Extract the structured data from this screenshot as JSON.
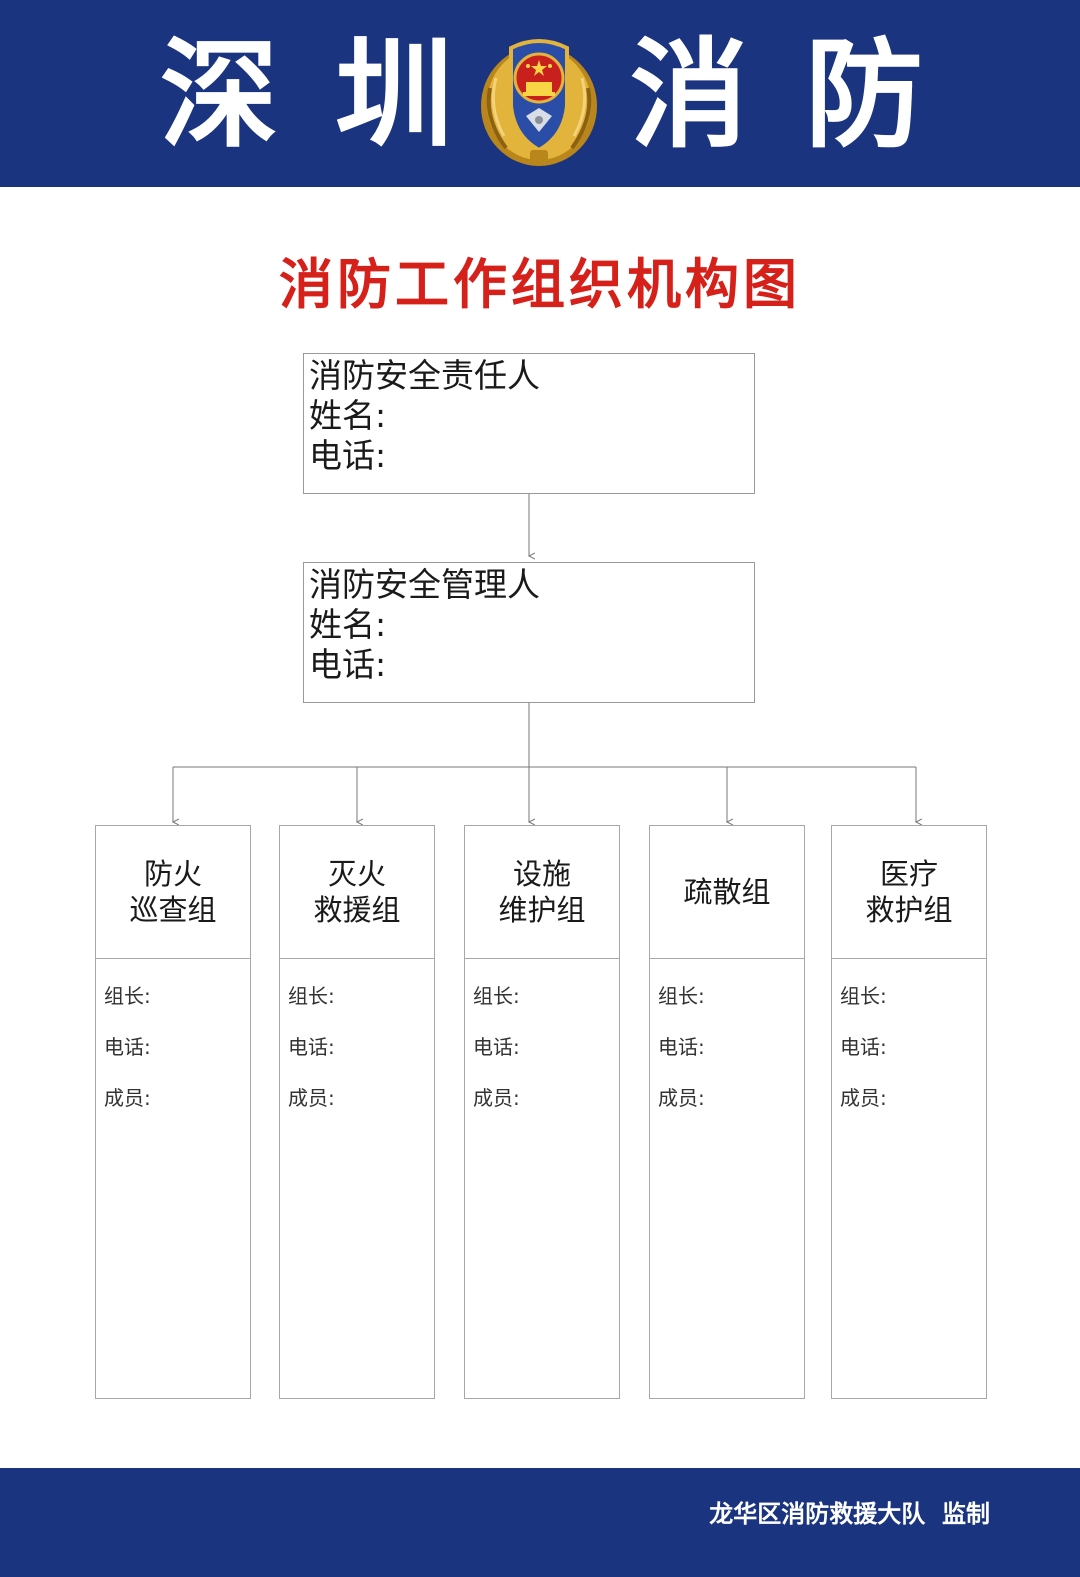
{
  "header": {
    "chars": [
      "深",
      "圳",
      "消",
      "防"
    ],
    "emblem_icon": "fire-rescue-emblem-icon",
    "background": "#1b3480"
  },
  "title": "消防工作组织机构图",
  "responsible_person": {
    "title": "消防安全责任人",
    "name_label": "姓名:",
    "phone_label": "电话:"
  },
  "manager": {
    "title": "消防安全管理人",
    "name_label": "姓名:",
    "phone_label": "电话:"
  },
  "groups": [
    {
      "name_line1": "防火",
      "name_line2": "巡查组",
      "leader": "组长:",
      "phone": "电话:",
      "members": "成员:"
    },
    {
      "name_line1": "灭火",
      "name_line2": "救援组",
      "leader": "组长:",
      "phone": "电话:",
      "members": "成员:"
    },
    {
      "name_line1": "设施",
      "name_line2": "维护组",
      "leader": "组长:",
      "phone": "电话:",
      "members": "成员:"
    },
    {
      "name_line1": "疏散组",
      "name_line2": "",
      "leader": "组长:",
      "phone": "电话:",
      "members": "成员:"
    },
    {
      "name_line1": "医疗",
      "name_line2": "救护组",
      "leader": "组长:",
      "phone": "电话:",
      "members": "成员:"
    }
  ],
  "footer": {
    "text": "龙华区消防救援大队  监制"
  },
  "colors": {
    "banner": "#1b3480",
    "title": "#d6201a",
    "emblem_gold": "#d4a52c",
    "emblem_red": "#c8201c"
  }
}
